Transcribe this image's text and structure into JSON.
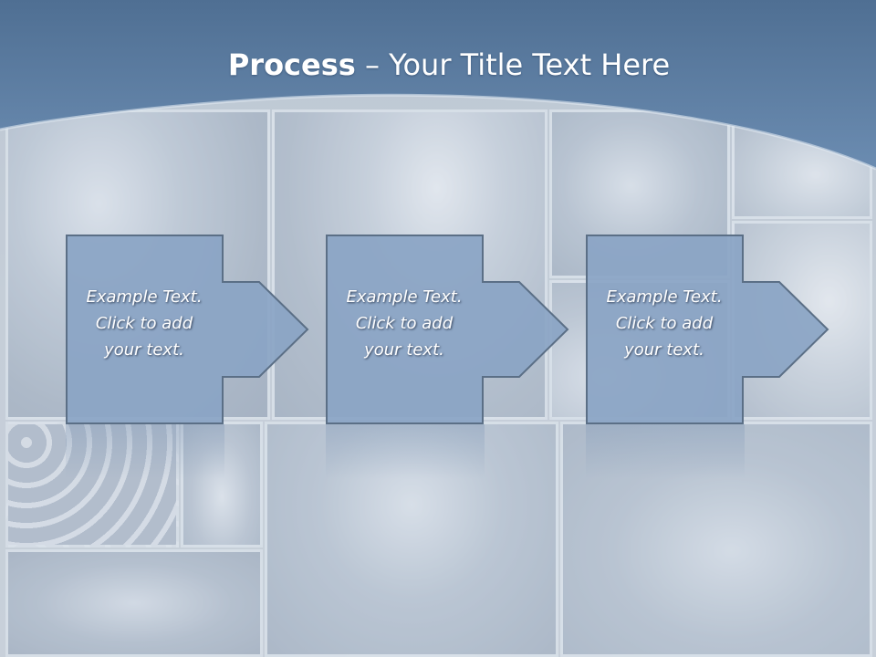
{
  "slide": {
    "title_bold": "Process",
    "title_rest": " – Your Title Text Here",
    "colors": {
      "header_top": "#4f6f93",
      "header_bottom": "#6b8cb1",
      "box_fill": "#8aa4c4",
      "box_stroke": "#5b6f86"
    }
  },
  "steps": [
    {
      "lines": [
        "Example Text.",
        "Click  to add",
        "your text."
      ]
    },
    {
      "lines": [
        "Example Text.",
        "Click  to add",
        "your text."
      ]
    },
    {
      "lines": [
        "Example Text.",
        "Click  to add",
        "your text."
      ]
    }
  ],
  "icons": [
    "arrow-right-icon"
  ]
}
